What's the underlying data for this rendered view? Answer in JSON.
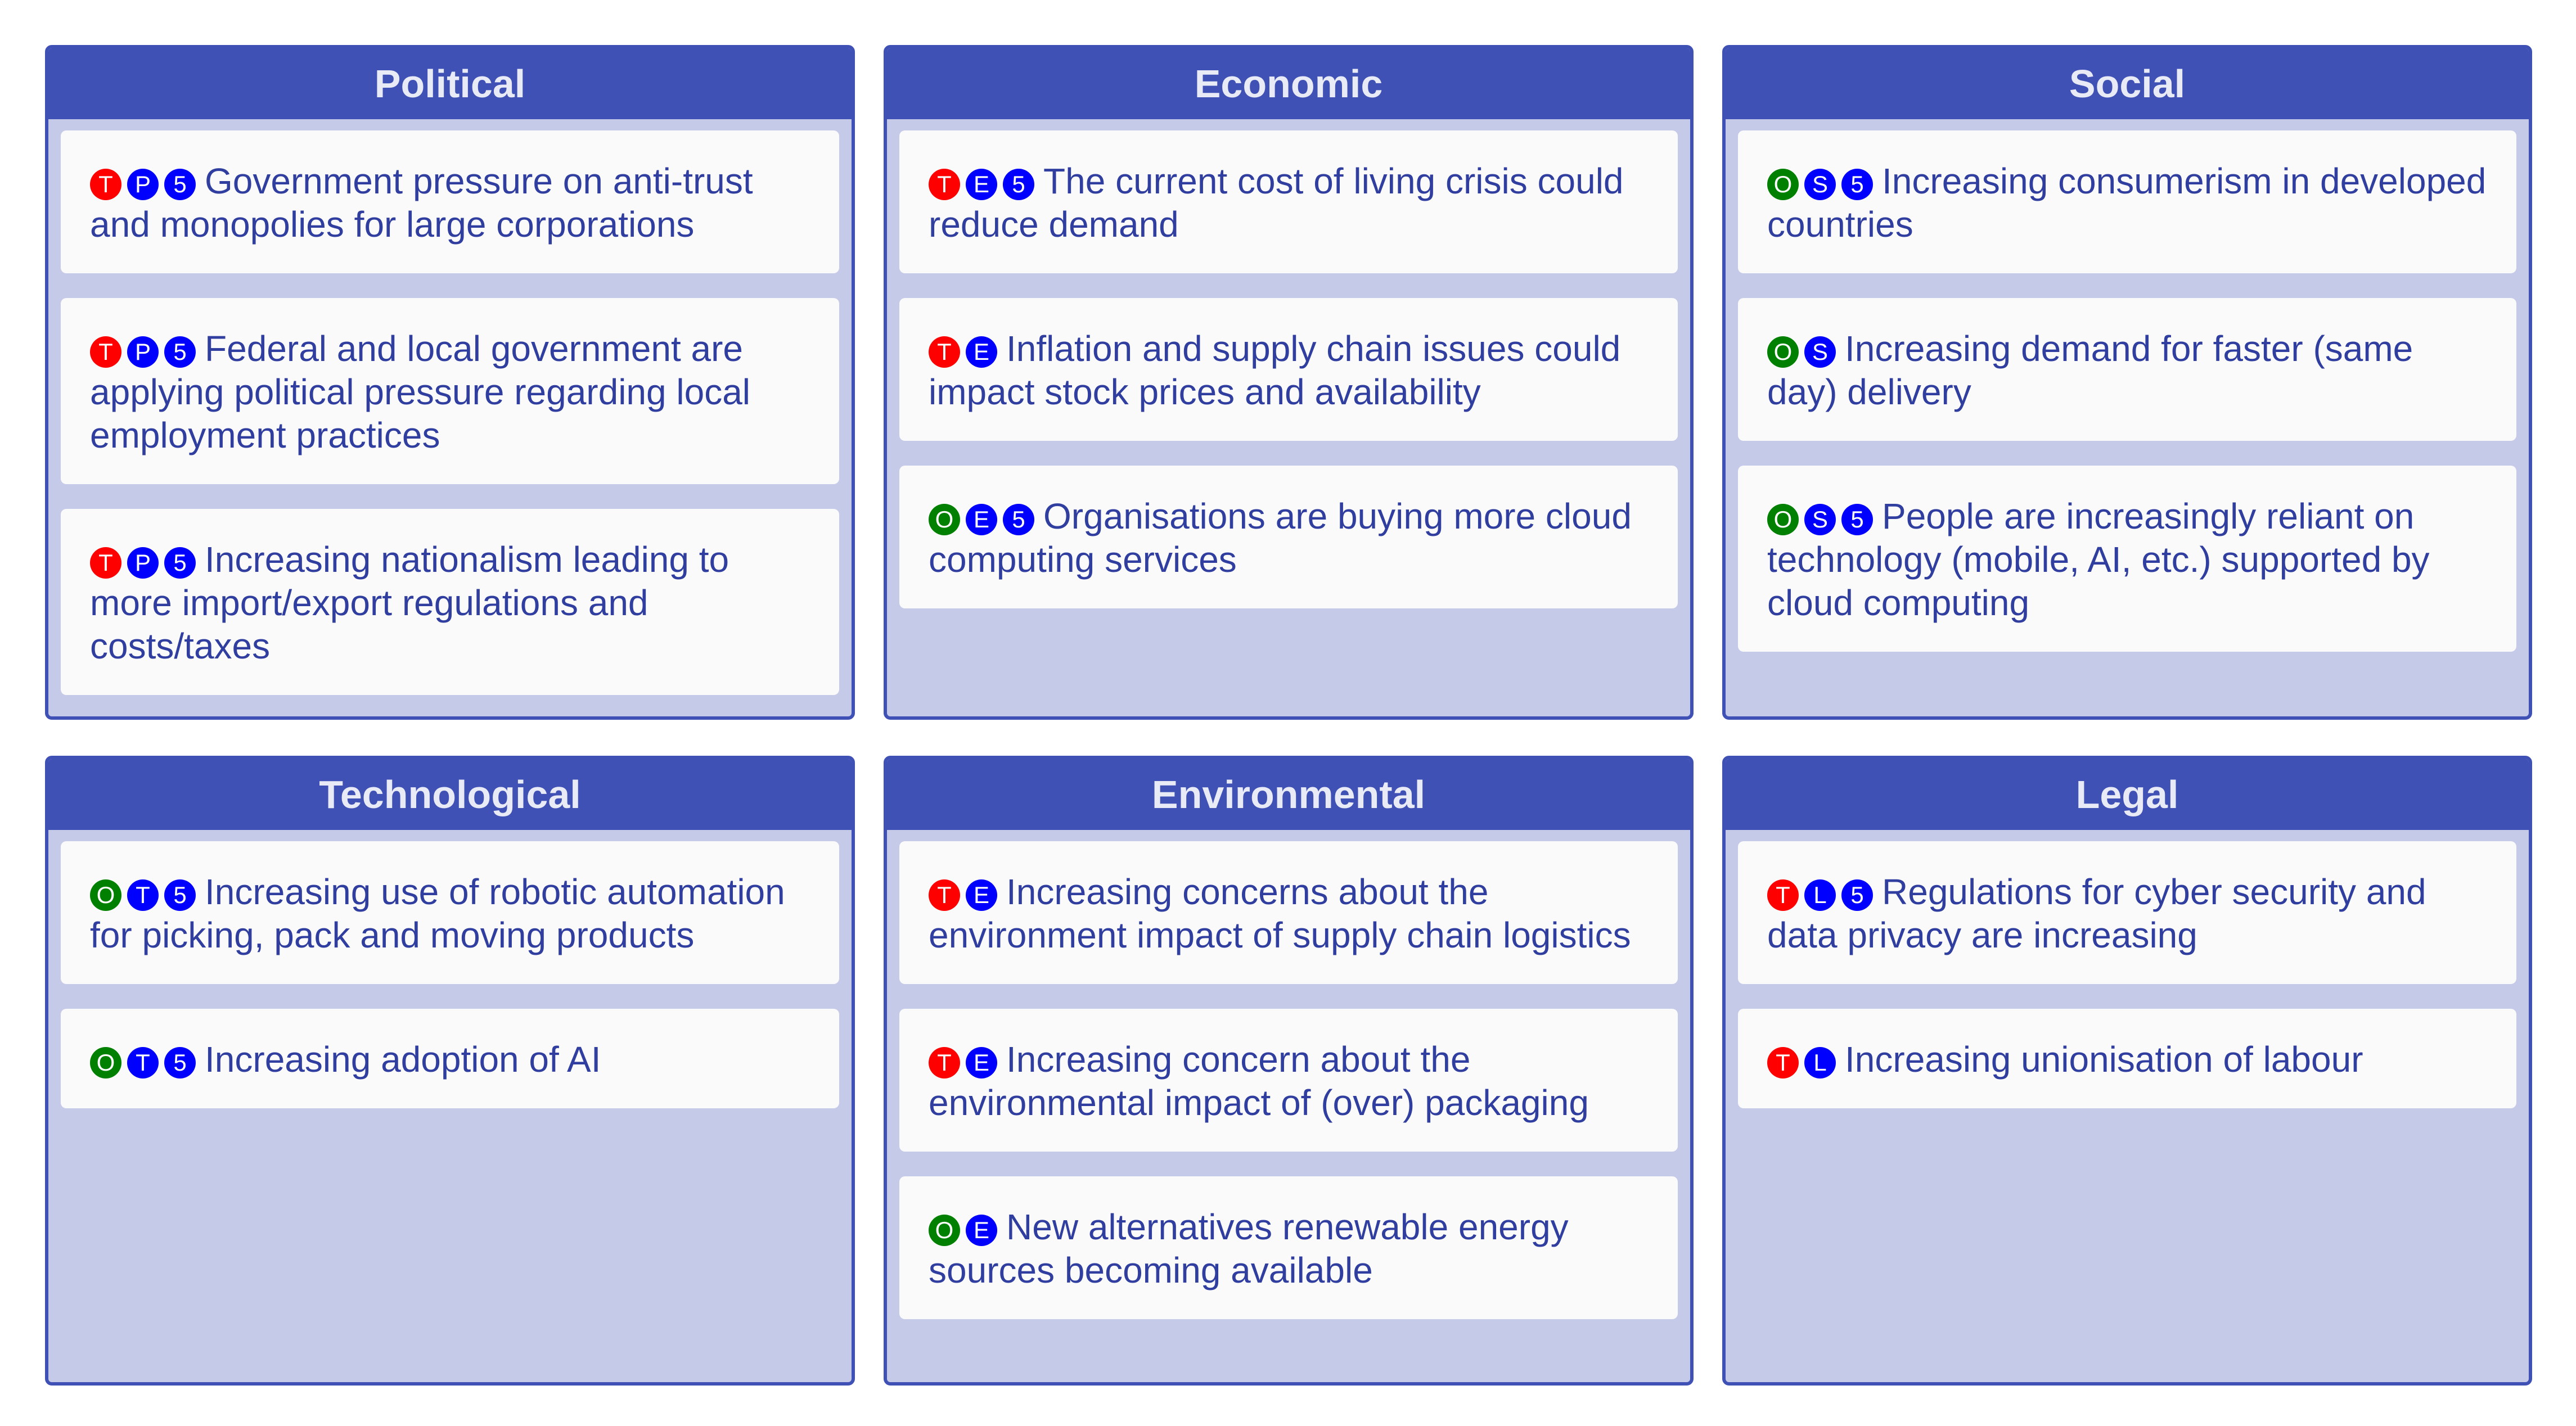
{
  "colors": {
    "header_bg": "#3f51b5",
    "panel_bg": "#c5cae9",
    "card_bg": "#fafafb",
    "text": "#303f9f",
    "threat": "#ff0000",
    "opportunity": "#008000",
    "category": "#0000ff"
  },
  "panels": [
    {
      "title": "Political",
      "items": [
        {
          "badges": [
            "T",
            "P",
            "5"
          ],
          "text": "Government pressure on anti-trust and monopolies for large corporations"
        },
        {
          "badges": [
            "T",
            "P",
            "5"
          ],
          "text": "Federal and local government are applying political pressure regarding local employment practices"
        },
        {
          "badges": [
            "T",
            "P",
            "5"
          ],
          "text": "Increasing nationalism leading to more import/export regulations and costs/taxes"
        }
      ]
    },
    {
      "title": "Economic",
      "items": [
        {
          "badges": [
            "T",
            "E",
            "5"
          ],
          "text": "The current cost of living crisis could reduce demand"
        },
        {
          "badges": [
            "T",
            "E"
          ],
          "text": "Inflation and supply chain issues could impact stock prices and availability"
        },
        {
          "badges": [
            "O",
            "E",
            "5"
          ],
          "text": "Organisations are buying more cloud computing services"
        }
      ]
    },
    {
      "title": "Social",
      "items": [
        {
          "badges": [
            "O",
            "S",
            "5"
          ],
          "text": "Increasing consumerism in developed countries"
        },
        {
          "badges": [
            "O",
            "S"
          ],
          "text": "Increasing demand for faster (same day) delivery"
        },
        {
          "badges": [
            "O",
            "S",
            "5"
          ],
          "text": "People are increasingly reliant on technology (mobile, AI, etc.) supported by cloud computing"
        }
      ]
    },
    {
      "title": "Technological",
      "items": [
        {
          "badges": [
            "O",
            "T",
            "5"
          ],
          "text": "Increasing use of robotic automation for picking, pack and moving products"
        },
        {
          "badges": [
            "O",
            "T",
            "5"
          ],
          "text": "Increasing adoption of AI"
        }
      ]
    },
    {
      "title": "Environmental",
      "items": [
        {
          "badges": [
            "T",
            "E"
          ],
          "text": "Increasing concerns about the environment impact of supply chain logistics"
        },
        {
          "badges": [
            "T",
            "E"
          ],
          "text": "Increasing concern about the environmental impact of (over) packaging"
        },
        {
          "badges": [
            "O",
            "E"
          ],
          "text": "New alternatives renewable energy sources becoming available"
        }
      ]
    },
    {
      "title": "Legal",
      "items": [
        {
          "badges": [
            "T",
            "L",
            "5"
          ],
          "text": "Regulations for cyber security and data privacy are increasing"
        },
        {
          "badges": [
            "T",
            "L"
          ],
          "text": "Increasing unionisation of labour"
        }
      ]
    }
  ]
}
